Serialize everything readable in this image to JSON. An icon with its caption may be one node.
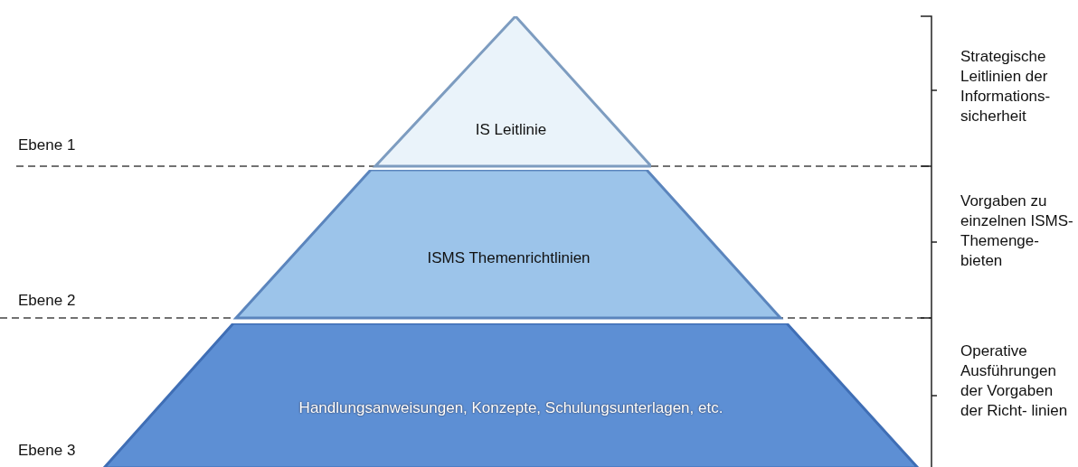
{
  "diagram": {
    "nodes": [
      {
        "text": [
          "IS Leitlinie"
        ]
      },
      {
        "text": [
          "ISMS Themenrichtlinien"
        ]
      },
      {
        "text": [
          "Handlungsanweisungen, Konzepte, Schulungsunterlagen, etc."
        ]
      }
    ],
    "edges": [],
    "labels": [
      "Strategische Leitlinien der Informations- sicherheit",
      "Ebene 1",
      "Vorgaben zu einzelnen ISMS- Themenge- bieten",
      "Ebene 2",
      "Operative Ausführungen der Vorgaben der Richt- linien",
      "Ebene 3"
    ]
  }
}
